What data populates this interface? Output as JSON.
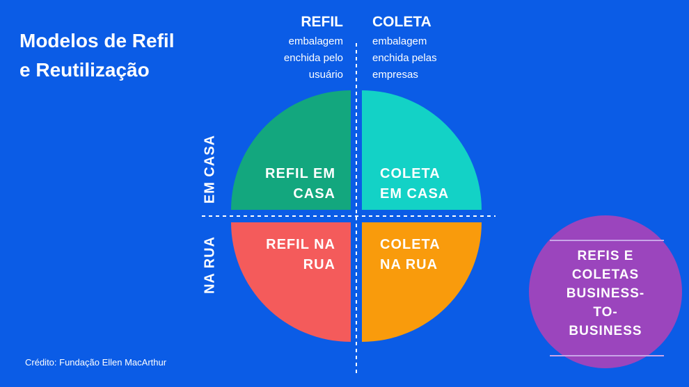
{
  "title": {
    "line1": "Modelos de Refil",
    "line2": "e Reutilização"
  },
  "columns": {
    "refil": {
      "label": "REFIL",
      "desc": [
        "embalagem",
        "enchida pelo",
        "usuário"
      ]
    },
    "coleta": {
      "label": "COLETA",
      "desc": [
        "embalagem",
        "enchida pelas",
        "empresas"
      ]
    }
  },
  "rows": {
    "em_casa": "EM CASA",
    "na_rua": "NA RUA"
  },
  "quadrants": {
    "refil_casa": {
      "line1": "REFIL EM",
      "line2": "CASA",
      "color": "#13a77e"
    },
    "coleta_casa": {
      "line1": "COLETA",
      "line2": "EM CASA",
      "color": "#13d2c6"
    },
    "refil_rua": {
      "line1": "REFIL NA",
      "line2": "RUA",
      "color": "#f45b5b"
    },
    "coleta_rua": {
      "line1": "COLETA",
      "line2": "NA RUA",
      "color": "#f99b0c"
    }
  },
  "b2b": {
    "lines": [
      "REFIS E",
      "COLETAS",
      "BUSINESS-",
      "TO-",
      "BUSINESS"
    ],
    "color": "#9b45bd"
  },
  "credit": "Crédito: Fundação Ellen MacArthur"
}
